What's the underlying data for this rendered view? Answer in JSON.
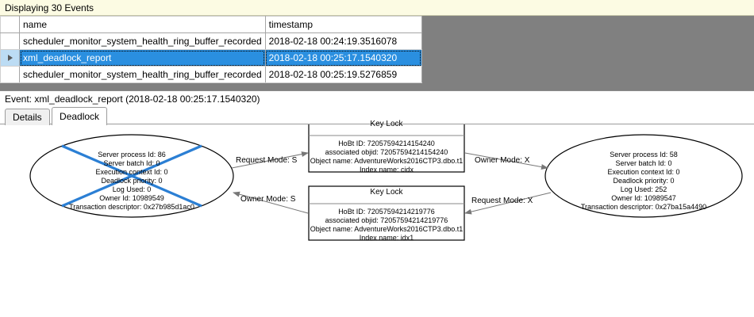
{
  "banner": {
    "text": "Displaying 30 Events"
  },
  "grid": {
    "columns": [
      "",
      "name",
      "timestamp"
    ],
    "rows": [
      {
        "marker": "",
        "name": "scheduler_monitor_system_health_ring_buffer_recorded",
        "timestamp": "2018-02-18 00:24:19.3516078",
        "selected": false
      },
      {
        "marker": "▶",
        "name": "xml_deadlock_report",
        "timestamp": "2018-02-18 00:25:17.1540320",
        "selected": true
      },
      {
        "marker": "",
        "name": "scheduler_monitor_system_health_ring_buffer_recorded",
        "timestamp": "2018-02-18 00:25:19.5276859",
        "selected": false
      }
    ]
  },
  "event_header": {
    "text": "Event: xml_deadlock_report (2018-02-18 00:25:17.1540320)"
  },
  "tabs": [
    {
      "label": "Details",
      "active": false
    },
    {
      "label": "Deadlock",
      "active": true
    }
  ],
  "deadlock": {
    "victim_process": {
      "lines": [
        "Server process Id: 86",
        "Server batch Id: 0",
        "Execution context Id: 0",
        "Deadlock priority: 0",
        "Log Used: 0",
        "Owner Id: 10989549",
        "Transaction descriptor: 0x27b985d1ac0"
      ],
      "is_victim": true,
      "victim_cross_color": "#2b7fd4"
    },
    "surviving_process": {
      "lines": [
        "Server process Id: 58",
        "Server batch Id: 0",
        "Execution context Id: 0",
        "Deadlock priority: 0",
        "Log Used: 252",
        "Owner Id: 10989547",
        "Transaction descriptor: 0x27ba15a4490"
      ],
      "is_victim": false
    },
    "resources": [
      {
        "title": "Key Lock",
        "lines": [
          "HoBt ID: 72057594214154240",
          "associated objid: 72057594214154240",
          "Object name: AdventureWorks2016CTP3.dbo.t1",
          "Index name: cidx"
        ]
      },
      {
        "title": "Key Lock",
        "lines": [
          "HoBt ID: 72057594214219776",
          "associated objid: 72057594214219776",
          "Object name: AdventureWorks2016CTP3.dbo.t1",
          "Index name: idx1"
        ]
      }
    ],
    "edges": [
      {
        "label": "Request Mode: S",
        "from": "victim_process",
        "to": "resource_0"
      },
      {
        "label": "Owner Mode: X",
        "from": "resource_0",
        "to": "surviving_process"
      },
      {
        "label": "Owner Mode: S",
        "from": "resource_1",
        "to": "victim_process"
      },
      {
        "label": "Request Mode: X",
        "from": "surviving_process",
        "to": "resource_1"
      }
    ]
  },
  "colors": {
    "banner_bg": "#fcfbe3",
    "selection_blue": "#2a8fe0",
    "grid_backdrop": "#808080",
    "victim_blue": "#2b7fd4"
  }
}
